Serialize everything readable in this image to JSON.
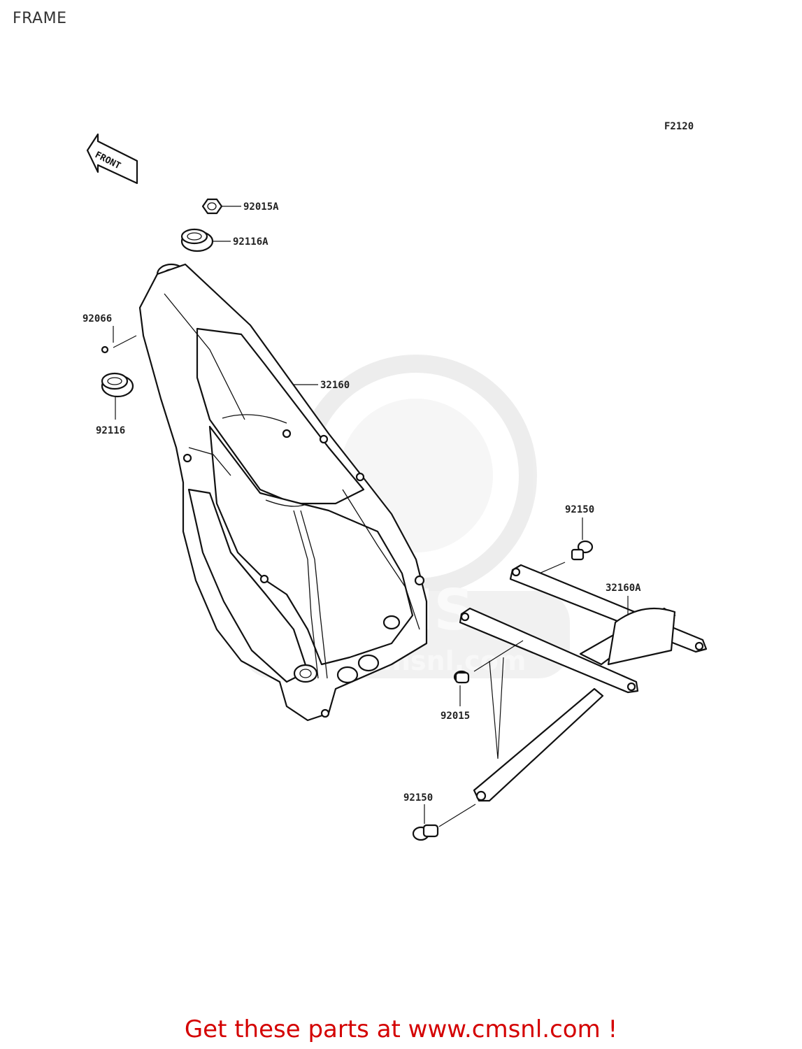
{
  "page": {
    "title": "FRAME"
  },
  "diagram": {
    "figure_code": "F2120",
    "direction_arrow": "FRONT",
    "watermark": {
      "brand": "CMS",
      "url": "www.cmsnl.com"
    },
    "parts": {
      "nut_92015A": "92015A",
      "bearing_92116A": "92116A",
      "pin_92066": "92066",
      "bearing_92116": "92116",
      "frame_32160": "32160",
      "bolt_92150_top": "92150",
      "subframe_32160A": "32160A",
      "bolt_92015": "92015",
      "bolt_92150_bottom": "92150"
    }
  },
  "footer": {
    "cta": "Get these parts at www.cmsnl.com !"
  },
  "colors": {
    "cta": "#d40000",
    "line": "#111111",
    "watermark": "#e6e6e6"
  }
}
